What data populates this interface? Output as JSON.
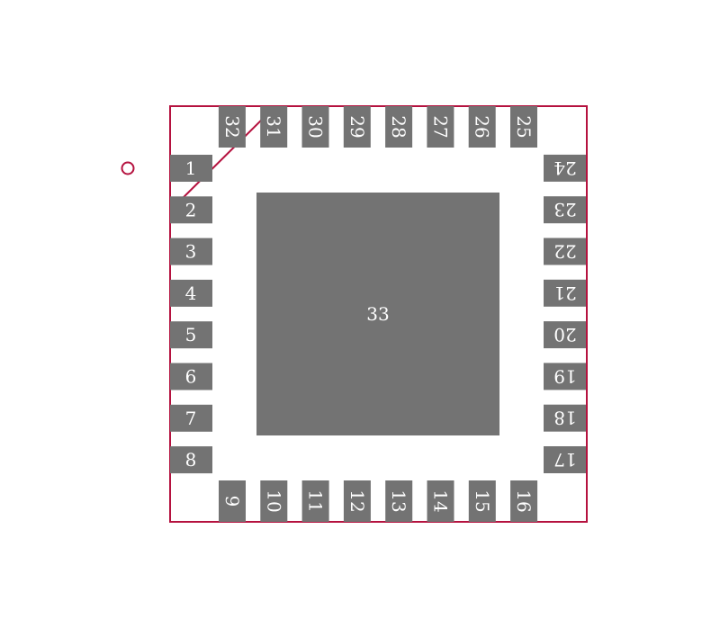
{
  "package": {
    "outline_color": "#b5123f",
    "pad_color": "#737373",
    "label_color": "#ffffff",
    "left_pins": [
      "1",
      "2",
      "3",
      "4",
      "5",
      "6",
      "7",
      "8"
    ],
    "bottom_pins": [
      "9",
      "10",
      "11",
      "12",
      "13",
      "14",
      "15",
      "16"
    ],
    "right_pins": [
      "17",
      "18",
      "19",
      "20",
      "21",
      "22",
      "23",
      "24"
    ],
    "top_pins": [
      "25",
      "26",
      "27",
      "28",
      "29",
      "30",
      "31",
      "32"
    ],
    "thermal_pad": "33"
  }
}
